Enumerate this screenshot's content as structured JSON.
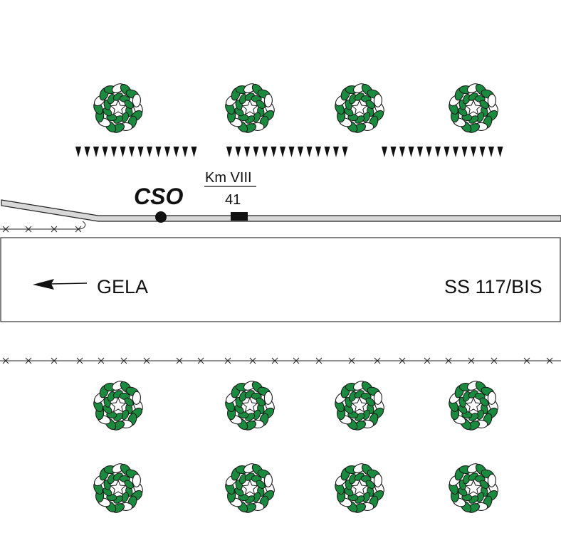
{
  "labels": {
    "station": "CSO",
    "km_top": "Km VIII",
    "km_bottom": "41",
    "direction": "GELA",
    "road": "SS 117/BIS"
  },
  "colors": {
    "tree_fill": "#1a8a3e",
    "tree_outline": "#1a1a1a",
    "road_fill": "#d8d8d8",
    "line": "#222222"
  },
  "icons": {
    "tree": "tree-icon",
    "fence": "barbed-wire-fence",
    "grass": "grass-tuft-row",
    "station": "station-dot",
    "milepost": "milepost-marker",
    "arrow": "arrow-left-icon"
  }
}
